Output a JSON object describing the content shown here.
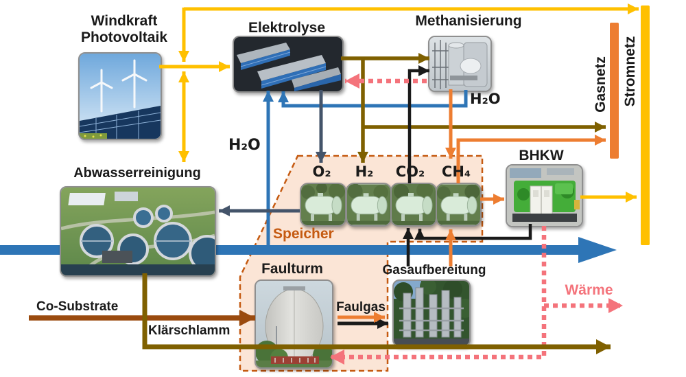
{
  "labels": {
    "windkraft_line1": "Windkraft",
    "windkraft_line2": "Photovoltaik",
    "elektrolyse": "Elektrolyse",
    "methanisierung": "Methanisierung",
    "gasnetz": "Gasnetz",
    "stromnetz": "Stromnetz",
    "abwasserreinigung": "Abwasserreinigung",
    "speicher": "Speicher",
    "bhkw": "BHKW",
    "faulturm": "Faulturm",
    "faulgas": "Faulgas",
    "gasaufbereitung": "Gasaufbereitung",
    "co_substrate": "Co-Substrate",
    "klaerschlamm": "Klärschlamm",
    "waerme": "Wärme",
    "h2o_left": "H₂O",
    "h2o_right": "H₂O"
  },
  "tank_labels": [
    "O₂",
    "H₂",
    "CO₂",
    "CH₄"
  ],
  "colors": {
    "electricity": "#FFC000",
    "methane_gas": "#ED7D31",
    "hydrogen": "#7F6000",
    "water": "#2E75B6",
    "oxygen": "#44546A",
    "co2": "#1A1A1A",
    "heat": "#F4737B",
    "co_substrate": "#9A4A0E",
    "sludge": "#7F6000",
    "speicher_fill": "#FBE5D6",
    "speicher_border": "#C55A11",
    "stromnetz_bar": "#FFC000",
    "gasnetz_bar": "#ED7D31"
  },
  "flows": [
    {
      "substance": "Strom",
      "from": "Windkraft Photovoltaik",
      "to": "Elektrolyse",
      "color": "#FFC000",
      "style": "solid"
    },
    {
      "substance": "Strom",
      "from": "Windkraft Photovoltaik",
      "to": "Stromnetz",
      "color": "#FFC000",
      "style": "solid"
    },
    {
      "substance": "Strom",
      "from": "Windkraft Photovoltaik",
      "to": "Abwasserreinigung",
      "color": "#FFC000",
      "style": "solid",
      "bidirectional": true
    },
    {
      "substance": "Strom",
      "from": "BHKW",
      "to": "Stromnetz",
      "color": "#FFC000",
      "style": "solid"
    },
    {
      "substance": "H₂O",
      "from": "Abwasserreinigung",
      "to": "Elektrolyse",
      "color": "#2E75B6",
      "style": "solid"
    },
    {
      "substance": "H₂O",
      "from": "Methanisierung",
      "to": "Elektrolyse",
      "color": "#2E75B6",
      "style": "solid"
    },
    {
      "substance": "O₂",
      "from": "Elektrolyse",
      "to": "Speicher O₂",
      "color": "#44546A",
      "style": "solid"
    },
    {
      "substance": "O₂",
      "from": "Speicher O₂",
      "to": "Abwasserreinigung",
      "color": "#44546A",
      "style": "solid"
    },
    {
      "substance": "H₂",
      "from": "Elektrolyse",
      "to": "Methanisierung",
      "color": "#7F6000",
      "style": "solid"
    },
    {
      "substance": "H₂",
      "from": "Elektrolyse",
      "to": "Speicher H₂",
      "color": "#7F6000",
      "style": "solid"
    },
    {
      "substance": "H₂",
      "from": "Speicher H₂",
      "to": "Gasnetz",
      "color": "#7F6000",
      "style": "solid"
    },
    {
      "substance": "CO₂",
      "from": "Speicher CO₂",
      "to": "Methanisierung",
      "color": "#1A1A1A",
      "style": "solid"
    },
    {
      "substance": "CO₂",
      "from": "Gasaufbereitung",
      "to": "Speicher CO₂",
      "color": "#1A1A1A",
      "style": "solid"
    },
    {
      "substance": "CO₂",
      "from": "BHKW",
      "to": "Speicher CO₂",
      "color": "#1A1A1A",
      "style": "solid"
    },
    {
      "substance": "CH₄",
      "from": "Methanisierung",
      "to": "Speicher CH₄",
      "color": "#ED7D31",
      "style": "solid"
    },
    {
      "substance": "CH₄",
      "from": "Speicher CH₄",
      "to": "Gasnetz",
      "color": "#ED7D31",
      "style": "solid"
    },
    {
      "substance": "CH₄",
      "from": "Gasaufbereitung",
      "to": "Speicher CH₄",
      "color": "#ED7D31",
      "style": "solid"
    },
    {
      "substance": "CH₄",
      "from": "Speicher CH₄",
      "to": "BHKW",
      "color": "#ED7D31",
      "style": "solid"
    },
    {
      "substance": "Faulgas",
      "from": "Faulturm",
      "to": "Gasaufbereitung",
      "color": "#ED7D31",
      "style": "solid"
    },
    {
      "substance": "Faulgas",
      "from": "Faulturm",
      "to": "Gasaufbereitung",
      "color": "#1A1A1A",
      "style": "solid"
    },
    {
      "substance": "Wärme",
      "from": "Methanisierung",
      "to": "Elektrolyse",
      "color": "#F4737B",
      "style": "dashed"
    },
    {
      "substance": "Wärme",
      "from": "BHKW",
      "to": "Faulturm",
      "color": "#F4737B",
      "style": "dashed"
    },
    {
      "substance": "Wärme",
      "from": "BHKW",
      "to": "out",
      "color": "#F4737B",
      "style": "dashed"
    },
    {
      "substance": "Abwasser",
      "from": "in",
      "to": "out",
      "color": "#2E75B6",
      "style": "solid-thick"
    },
    {
      "substance": "Co-Substrate",
      "from": "in",
      "to": "Faulturm",
      "color": "#9A4A0E",
      "style": "solid-thick"
    },
    {
      "substance": "Klärschlamm",
      "from": "Abwasserreinigung",
      "to": "Faulturm",
      "color": "#7F6000",
      "style": "solid-thick"
    },
    {
      "substance": "Klärschlamm",
      "from": "Faulturm",
      "to": "out",
      "color": "#7F6000",
      "style": "solid-thick"
    }
  ]
}
